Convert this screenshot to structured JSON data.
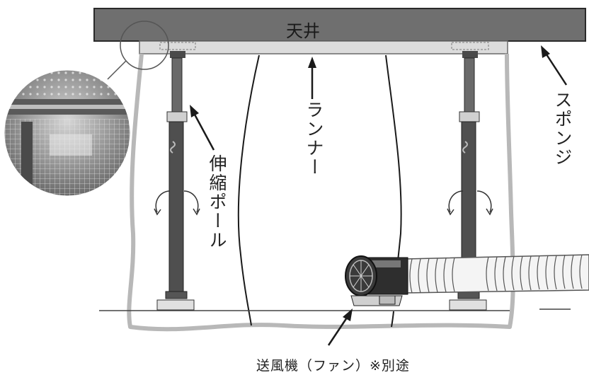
{
  "labels": {
    "ceiling": "天井",
    "runner": "ランナー",
    "telescopic_pole": "伸縮ポール",
    "sponge": "スポンジ",
    "fan": "送風機（ファン）※別途"
  },
  "colors": {
    "ceiling_fill": "#6f6f6f",
    "runner_fill": "#d9d9d9",
    "curtain_line": "#b8b8b8",
    "pole_fill": "#5a5a5a",
    "ink": "#1a1a1a"
  }
}
